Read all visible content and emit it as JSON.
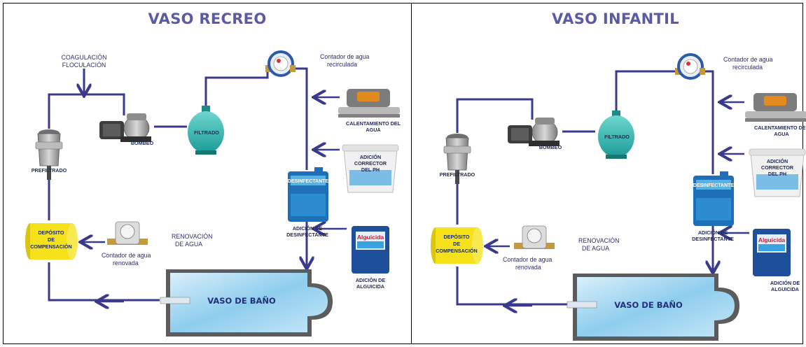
{
  "panels": [
    {
      "title": "VASO RECREO",
      "labels": {
        "coagulacion_1": "COAGULACIÓN",
        "coagulacion_2": "FLOCULACIÓN",
        "contador_rec_1": "Contador de agua",
        "contador_rec_2": "recirculada",
        "calentamiento_1": "CALENTAMIENTO DEL",
        "calentamiento_2": "AGUA",
        "ph_1": "ADICIÓN",
        "ph_2": "CORRECTOR",
        "ph_3": "DEL PH",
        "desinfectante_1": "ADICIÓN DE",
        "desinfectante_2": "DESINFECTANTE",
        "alguicida_1": "ADICIÓN DE",
        "alguicida_2": "ALGUICIDA",
        "prefiltrado": "PREFILTRADO",
        "bombeo": "BOMBEO",
        "filtrado": "FILTRADO",
        "deposito_1": "DEPÓSITO",
        "deposito_2": "DE",
        "deposito_3": "COMPENSACIÓN",
        "renovacion_1": "RENOVACIÓN",
        "renovacion_2": "DE AGUA",
        "contador_ren_1": "Contador de agua",
        "contador_ren_2": "renovada",
        "vaso": "VASO DE BAÑO",
        "desinf_brand": "DESINFECTANTE",
        "alg_brand": "Alguicida"
      }
    },
    {
      "title": "VASO INFANTIL",
      "labels": {
        "coagulacion_1": "",
        "coagulacion_2": "",
        "contador_rec_1": "Contador de agua",
        "contador_rec_2": "recirculada",
        "calentamiento_1": "CALENTAMIENTO DEL",
        "calentamiento_2": "AGUA",
        "ph_1": "ADICIÓN",
        "ph_2": "CORRECTOR",
        "ph_3": "DEL PH",
        "desinfectante_1": "ADICIÓN DE",
        "desinfectante_2": "DESINFECTANTE",
        "alguicida_1": "ADICIÓN DE",
        "alguicida_2": "ALGUICIDA",
        "prefiltrado": "PREFILTRADO",
        "bombeo": "BOMBEO",
        "filtrado": "FILTRADO",
        "deposito_1": "DEPÓSITO",
        "deposito_2": "DE",
        "deposito_3": "COMPENSACIÓN",
        "renovacion_1": "RENOVACIÓN",
        "renovacion_2": "DE AGUA",
        "contador_ren_1": "Contador de agua",
        "contador_ren_2": "renovada",
        "vaso": "VASO DE BAÑO",
        "desinf_brand": "DESINFECTANTE",
        "alg_brand": "Alguicida"
      }
    }
  ],
  "colors": {
    "pipe": "#3a3a8c",
    "title": "#5a5aa5",
    "tank_yellow": "#f5e21a",
    "filter_teal": "#2bb6b0",
    "pool_blue": "#9fd4ef"
  }
}
